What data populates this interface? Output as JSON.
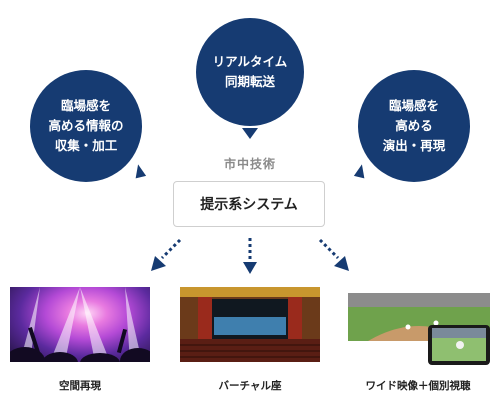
{
  "bubbles": {
    "top": [
      "リアルタイム",
      "同期転送"
    ],
    "left": [
      "臨場感を",
      "高める情報の",
      "収集・加工"
    ],
    "right": [
      "臨場感を",
      "高める",
      "演出・再現"
    ]
  },
  "subtitle": "市中技術",
  "system": "提示系システム",
  "outputs": [
    {
      "caption": "空間再現",
      "image": "concert-crowd-photo"
    },
    {
      "caption": "バーチャル座",
      "image": "theater-stage-photo"
    },
    {
      "caption": "ワイド映像＋個別視聴",
      "image": "baseball-wide-view-photo"
    }
  ],
  "colors": {
    "bubble": "#163b72",
    "arrow": "#163b72",
    "subtitle": "#8a8a8a"
  }
}
